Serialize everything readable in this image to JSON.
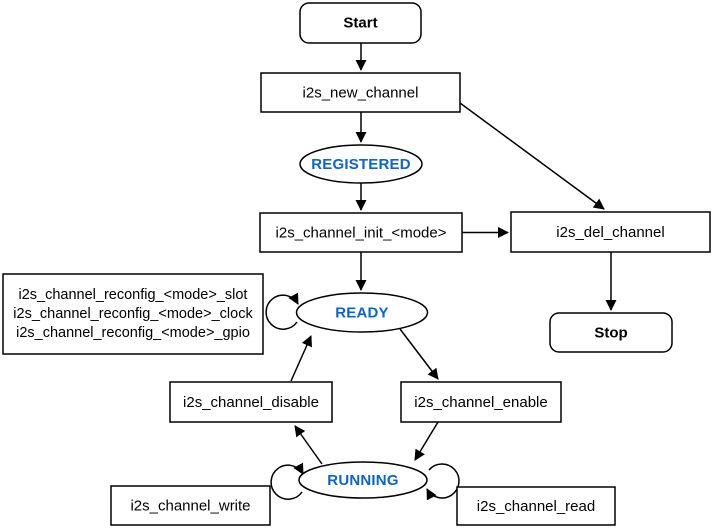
{
  "diagram": {
    "title": "i2s driver state machine flowchart",
    "colors": {
      "background": "#ffffff",
      "stroke": "#000000",
      "state_text": "#0A64D2",
      "node_text": "#000000"
    },
    "nodes": {
      "start": {
        "label": "Start",
        "type": "terminal"
      },
      "new_channel": {
        "label": "i2s_new_channel",
        "type": "process"
      },
      "registered": {
        "label": "REGISTERED",
        "type": "state"
      },
      "init": {
        "label": "i2s_channel_init_<mode>",
        "type": "process"
      },
      "del_channel": {
        "label": "i2s_del_channel",
        "type": "process"
      },
      "stop": {
        "label": "Stop",
        "type": "terminal"
      },
      "reconfig": {
        "lines": [
          "i2s_channel_reconfig_<mode>_slot",
          "i2s_channel_reconfig_<mode>_clock",
          "i2s_channel_reconfig_<mode>_gpio"
        ],
        "type": "process"
      },
      "ready": {
        "label": "READY",
        "type": "state"
      },
      "disable": {
        "label": "i2s_channel_disable",
        "type": "process"
      },
      "enable": {
        "label": "i2s_channel_enable",
        "type": "process"
      },
      "running": {
        "label": "RUNNING",
        "type": "state"
      },
      "write": {
        "label": "i2s_channel_write",
        "type": "process"
      },
      "read": {
        "label": "i2s_channel_read",
        "type": "process"
      }
    }
  }
}
